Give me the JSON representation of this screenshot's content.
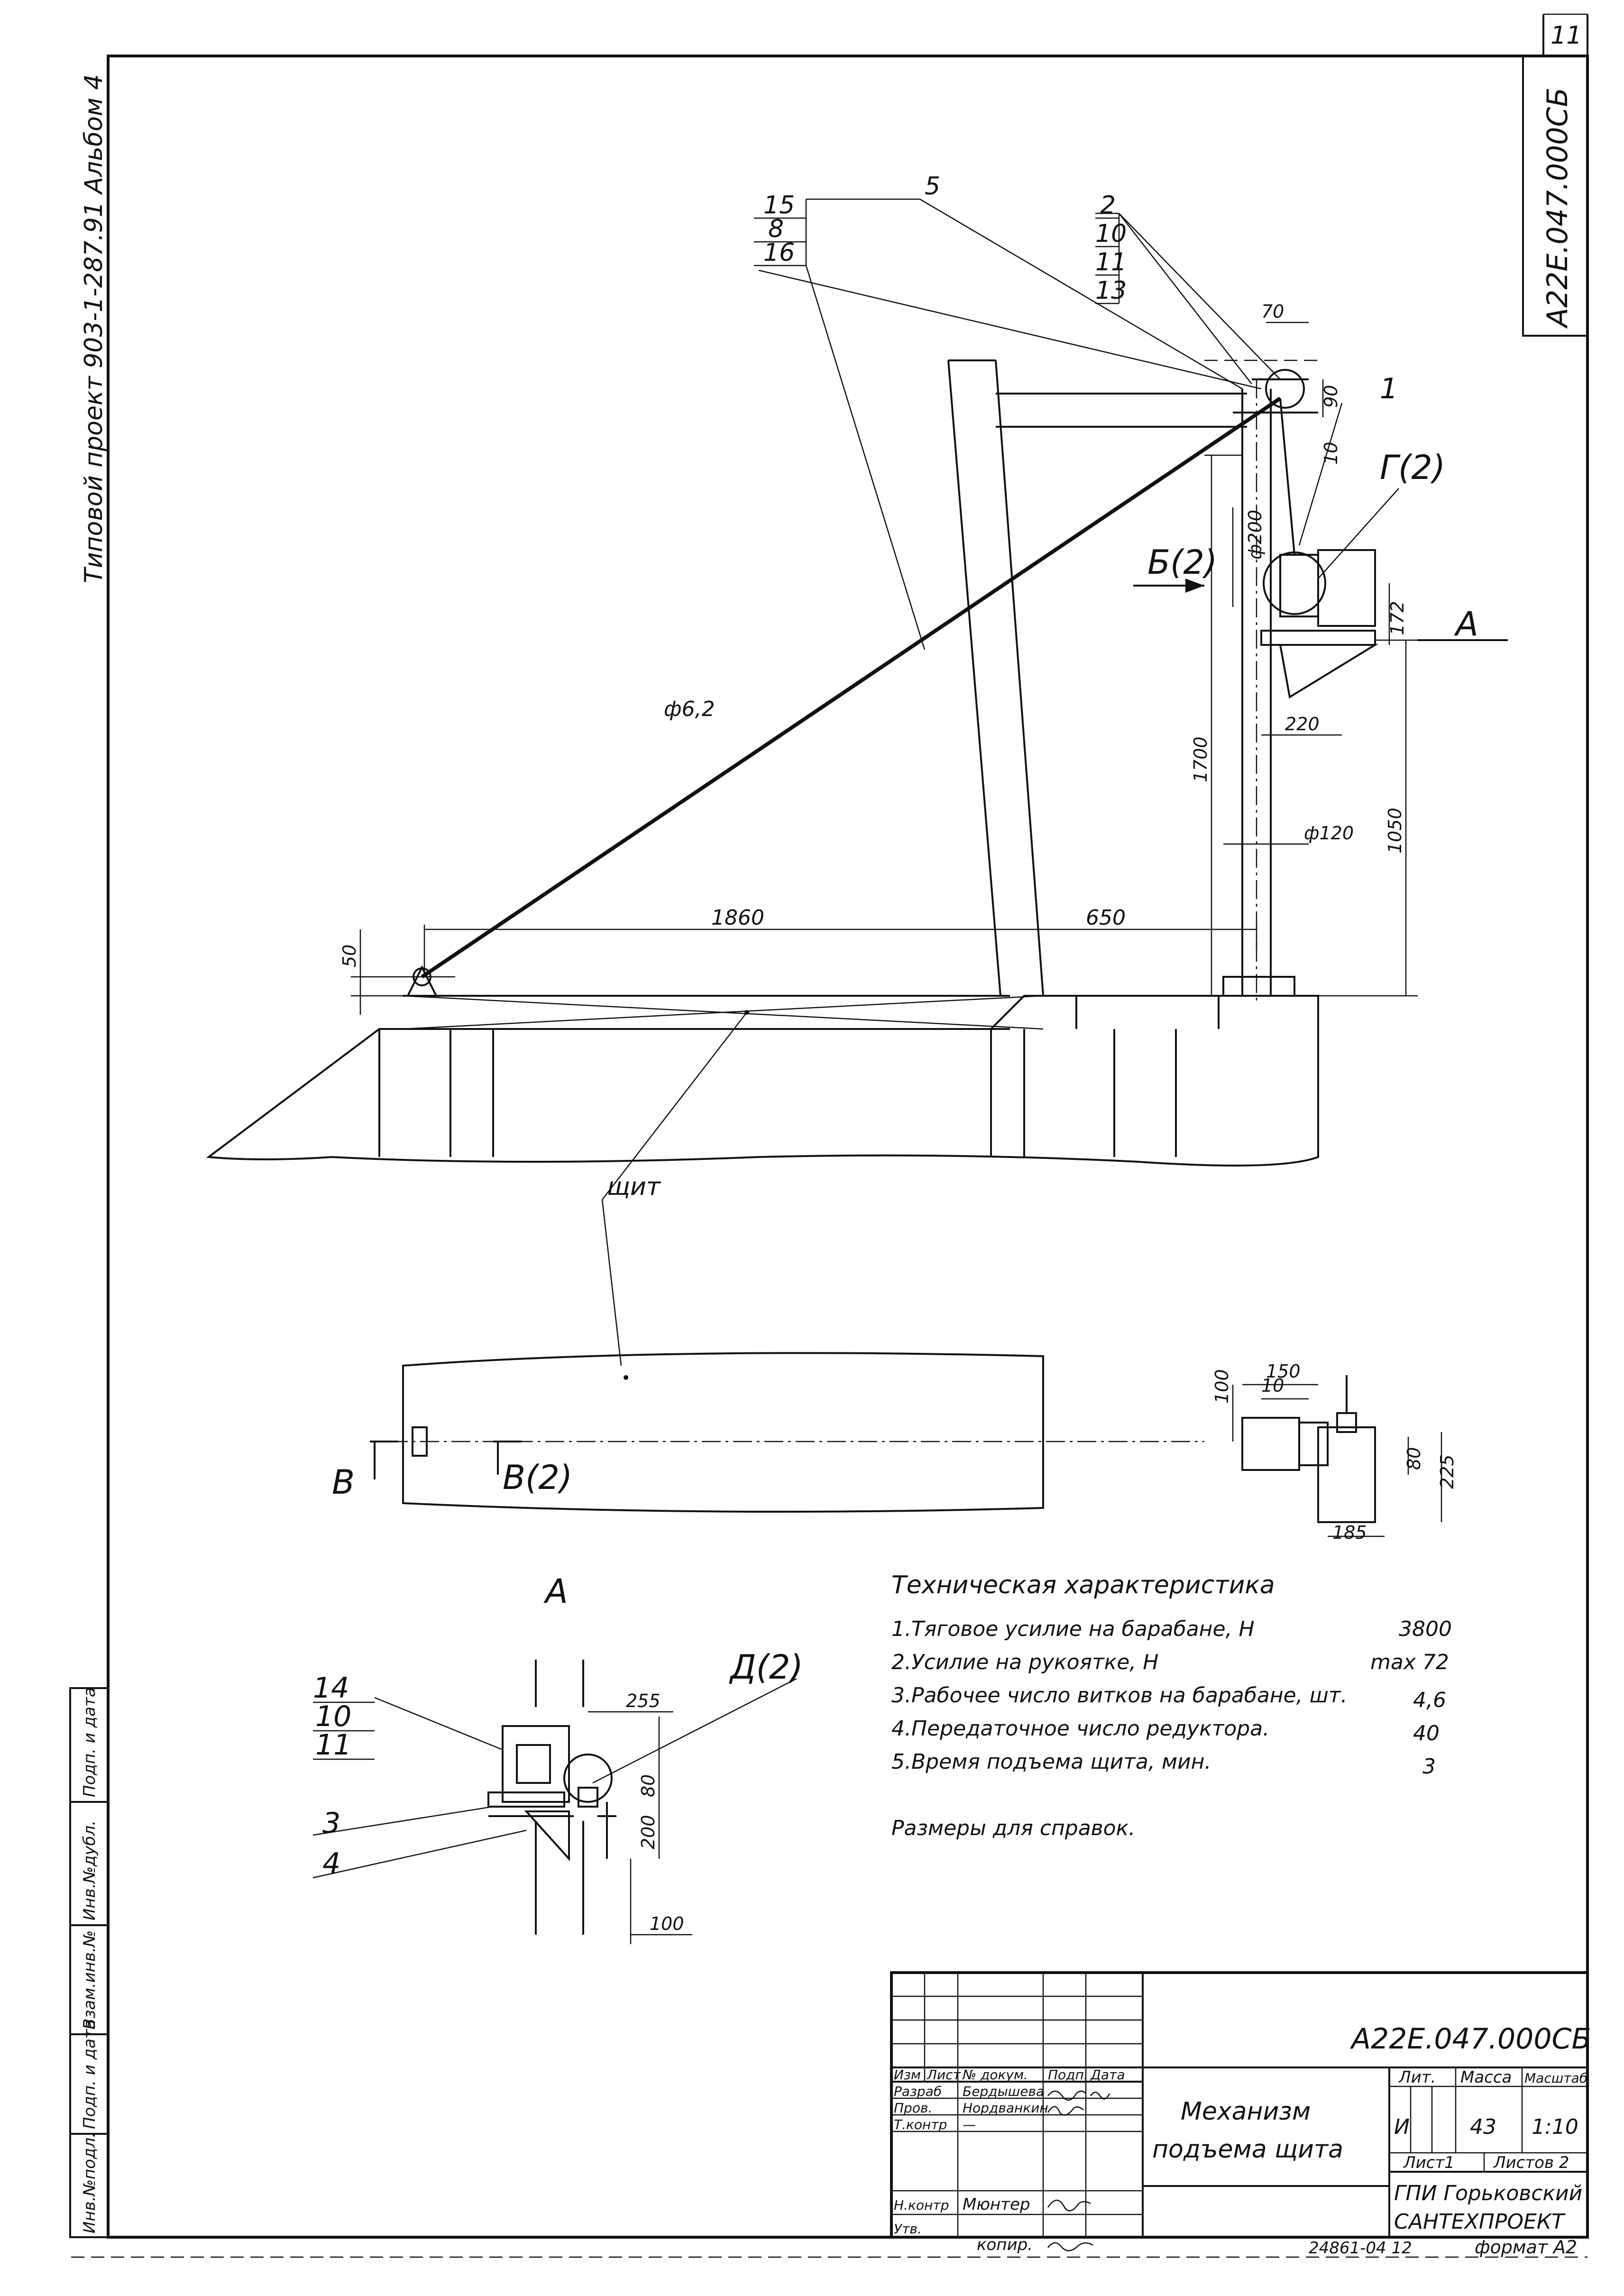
{
  "sheet_number": "11",
  "doc_code": "А22Е.047.000СБ",
  "side_stamp": "Типовой проект 903-1-287.91   Альбом 4",
  "callouts": {
    "group_left": [
      "15",
      "8",
      "16"
    ],
    "single_mid": "5",
    "group_right": [
      "2",
      "10",
      "11",
      "13"
    ],
    "num_1": "1",
    "g2": "Г(2)",
    "b2": "Б(2)",
    "a_arrow": "А",
    "d2": "Д(2)",
    "group_a": [
      "14",
      "10",
      "11"
    ],
    "num_3": "3",
    "num_4": "4",
    "v_left": "В",
    "v2": "В(2)",
    "shield": "щит",
    "view_a": "А"
  },
  "dimensions": {
    "d70": "70",
    "d90": "90",
    "d10": "10",
    "d200": "ф200",
    "d172": "172",
    "d220": "220",
    "d1700": "1700",
    "d1050": "1050",
    "d120": "ф120",
    "rope": "ф6,2",
    "d1860": "1860",
    "d650": "650",
    "d50": "50",
    "p100": "100",
    "p150": "150",
    "p10": "10",
    "p80": "80",
    "p225": "225",
    "p185": "185",
    "a255": "255",
    "a80": "80",
    "a200": "200",
    "a100": "100"
  },
  "specs": {
    "title": "Техническая характеристика",
    "items": [
      {
        "label": "1.Тяговое усилие на барабане, Н",
        "value": "3800"
      },
      {
        "label": "2.Усилие на рукоятке, Н",
        "value": "max 72"
      },
      {
        "label": "3.Рабочее число витков на барабане, шт.",
        "value": "4,6"
      },
      {
        "label": "4.Передаточное число редуктора.",
        "value": "40"
      },
      {
        "label": "5.Время подъема щита, мин.",
        "value": "3"
      }
    ],
    "note": "Размеры для справок."
  },
  "title_block": {
    "code": "А22Е.047.000СБ",
    "name_line1": "Механизм",
    "name_line2": "подъема щита",
    "lit_header": "Лит.",
    "mass_header": "Масса",
    "scale_header": "Масштаб",
    "lit": "И",
    "mass": "43",
    "scale": "1:10",
    "sheet": "Лист1",
    "sheets": "Листов 2",
    "org1": "ГПИ Горьковский",
    "org2": "САНТЕХПРОЕКТ",
    "col_headers": [
      "Изм",
      "Лист",
      "№ докум.",
      "Подп.",
      "Дата"
    ],
    "roles": [
      {
        "role": "Разраб",
        "name": "Бердышева"
      },
      {
        "role": "Пров.",
        "name": "Нордванкин"
      },
      {
        "role": "Т.контр",
        "name": "—"
      },
      {
        "role": "Н.контр",
        "name": "Мюнтер"
      },
      {
        "role": "Утв.",
        "name": ""
      }
    ]
  },
  "footer": {
    "copy": "копир.",
    "inv": "24861-04 12",
    "format": "формат А2"
  },
  "left_strip": [
    "Инв.№подл.",
    "Подп. и дата",
    "Взам.инв.№",
    "Инв.№дубл.",
    "Подп. и дата"
  ]
}
